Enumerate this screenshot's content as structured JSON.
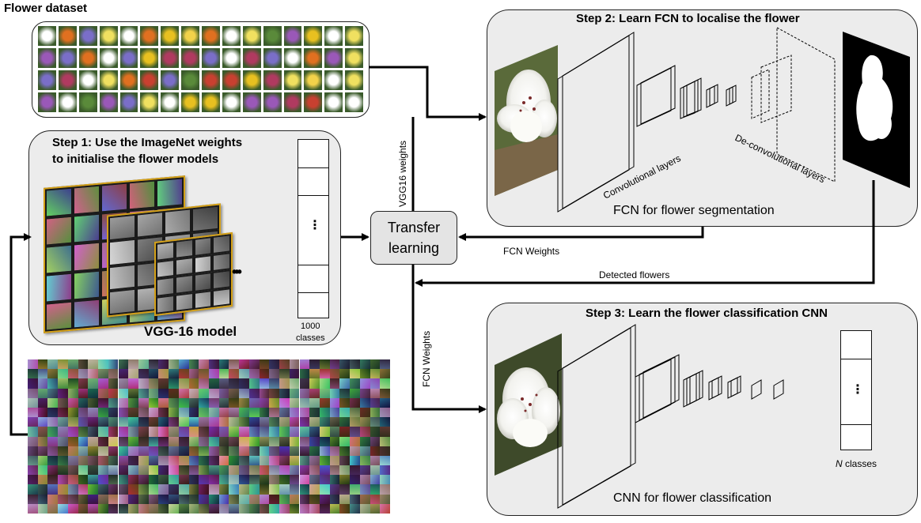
{
  "flower_dataset": {
    "title": "Flower dataset",
    "thumbnail_rows": 4,
    "thumbnail_cols": 16
  },
  "step1": {
    "title_line1": "Step 1: Use the ImageNet weights",
    "title_line2": "to initialise the flower models",
    "model_label": "VGG-16 model",
    "classes_line1": "1000",
    "classes_line2": "classes",
    "ellipsis": "•••",
    "vector_dots": "⋮"
  },
  "step2": {
    "title": "Step 2: Learn FCN to localise the flower",
    "conv_label": "Convolutional layers",
    "deconv_label": "De-convolutional layers",
    "subtitle": "FCN for flower segmentation"
  },
  "step3": {
    "title": "Step 3: Learn the flower classification CNN",
    "classes_italic": "N",
    "classes_rest": " classes",
    "subtitle": "CNN for flower classification",
    "vector_dots": "⋮"
  },
  "transfer": {
    "line1": "Transfer",
    "line2": "learning"
  },
  "arrows": {
    "vgg16_weights": "VGG16 weights",
    "fcn_weights_horizontal": "FCN Weights",
    "fcn_weights_vertical": "FCN Weights",
    "detected_flowers": "Detected flowers"
  },
  "colors": {
    "panel_fill": "#ececec",
    "stroke": "#000000",
    "filter_border": "#d4a017",
    "mask_bg": "#000000",
    "mask_fg": "#ffffff"
  }
}
